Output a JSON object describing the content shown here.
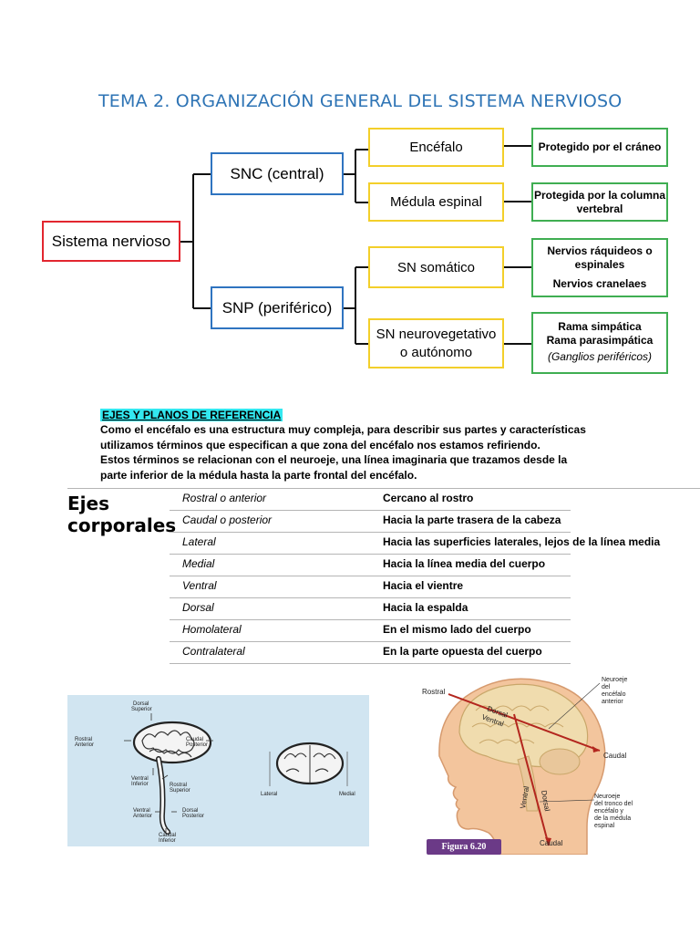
{
  "title": "TEMA 2. ORGANIZACIÓN GENERAL DEL SISTEMA NERVIOSO",
  "diagram": {
    "root": "Sistema nervioso",
    "snc": "SNC (central)",
    "snp": "SNP (periférico)",
    "encefalo": "Encéfalo",
    "medula": "Médula espinal",
    "sn_somatico": "SN somático",
    "sn_neuro_line1": "SN neurovegetativo",
    "sn_neuro_line2": "o autónomo",
    "protegido_craneo": "Protegido por el cráneo",
    "protegida_columna_line1": "Protegida por la columna",
    "protegida_columna_line2": "vertebral",
    "nervios_raquideos_line1": "Nervios ráquideos o",
    "nervios_raquideos_line2": "espinales",
    "nervios_craneales": "Nervios cranelaes",
    "rama_simpatica": "Rama simpática",
    "rama_parasimpatica": "Rama parasimpática",
    "ganglios": "(Ganglios periféricos)"
  },
  "section": {
    "heading": "EJES Y PLANOS DE REFERENCIA",
    "lines": [
      "Como el encéfalo es una estructura muy compleja, para describir sus partes y características",
      "utilizamos términos que especifican a que zona del encéfalo nos estamos refiriendo.",
      "Estos términos se relacionan con el neuroeje, una línea imaginaria que trazamos desde la",
      "parte inferior de la médula hasta la parte frontal del encéfalo."
    ]
  },
  "ejes": {
    "title_line1": "Ejes",
    "title_line2": "corporales",
    "rows": [
      {
        "term": "Rostral o anterior",
        "meaning": "Cercano al rostro"
      },
      {
        "term": "Caudal o posterior",
        "meaning": "Hacia la parte trasera de la cabeza"
      },
      {
        "term": "Lateral",
        "meaning": "Hacia las superficies laterales, lejos de la línea media"
      },
      {
        "term": "Medial",
        "meaning": "Hacia la línea media del cuerpo"
      },
      {
        "term": "Ventral",
        "meaning": "Hacia el vientre"
      },
      {
        "term": "Dorsal",
        "meaning": "Hacia la espalda"
      },
      {
        "term": "Homolateral",
        "meaning": "En el mismo lado del cuerpo"
      },
      {
        "term": "Contralateral",
        "meaning": "En la parte opuesta del cuerpo"
      }
    ]
  },
  "figure_left": {
    "dorsal_superior": [
      "Dorsal",
      "Superior"
    ],
    "rostral_anterior": [
      "Rostral",
      "Anterior"
    ],
    "caudal_posterior": [
      "Caudal",
      "Posterior"
    ],
    "ventral_inferior": [
      "Ventral",
      "Inferior"
    ],
    "rostral_superior": [
      "Rostral",
      "Superior"
    ],
    "ventral_anterior": [
      "Ventral",
      "Anterior"
    ],
    "dorsal_posterior": [
      "Dorsal",
      "Posterior"
    ],
    "caudal_inferior": [
      "Caudal",
      "Inferior"
    ],
    "lateral": "Lateral",
    "medial": "Medial"
  },
  "figure_right": {
    "rostral": "Rostral",
    "dorsal": "Dorsal",
    "ventral": "Ventral",
    "caudal_top": "Caudal",
    "caudal_bottom": "Caudal",
    "ventral_vertical": "Ventral",
    "dorsal_vertical": "Dorsal",
    "neuroeje_encefalo": [
      "Neuroeje",
      "del",
      "encéfalo",
      "anterior"
    ],
    "neuroeje_tronco": [
      "Neuroeje",
      "del tronco del",
      "encéfalo y",
      "de la médula",
      "espinal"
    ],
    "figura": "Figura 6.20"
  }
}
